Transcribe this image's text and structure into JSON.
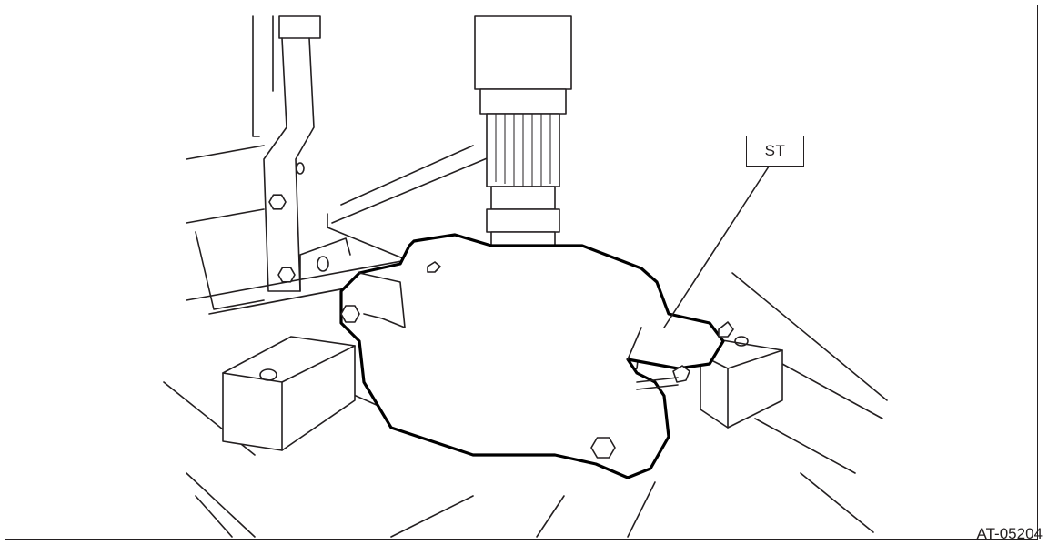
{
  "figure": {
    "callout_label": "ST",
    "figure_code": "AT-05204"
  },
  "parts": [
    "press-frame",
    "press-bench",
    "press-ram",
    "splined-shaft",
    "bearing",
    "helical-gear",
    "special-tool-st",
    "support-block",
    "hex-bolt"
  ]
}
